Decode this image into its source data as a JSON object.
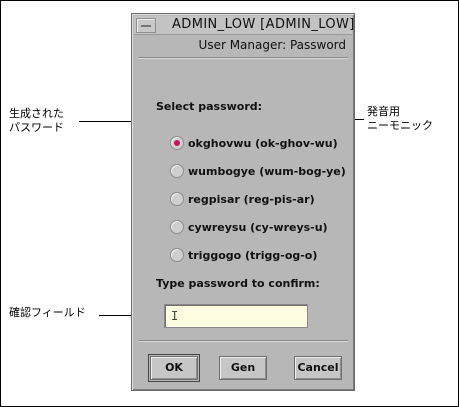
{
  "window": {
    "title": "ADMIN_LOW [ADMIN_LOW]",
    "subtitle": "User Manager: Password"
  },
  "select_password": {
    "label": "Select password:",
    "options": [
      {
        "text": "okghovwu (ok-ghov-wu)",
        "selected": true
      },
      {
        "text": "wumbogye (wum-bog-ye)",
        "selected": false
      },
      {
        "text": "regpisar (reg-pis-ar)",
        "selected": false
      },
      {
        "text": "cywreysu (cy-wreys-u)",
        "selected": false
      },
      {
        "text": "triggogo (trigg-og-o)",
        "selected": false
      }
    ]
  },
  "confirm": {
    "label": "Type password to confirm:",
    "value": ""
  },
  "buttons": {
    "ok": "OK",
    "gen": "Gen",
    "cancel": "Cancel"
  },
  "callouts": {
    "generated_line1": "生成された",
    "generated_line2": "パスワード",
    "pronunciation_line1": "発音用",
    "pronunciation_line2": "ニーモニック",
    "confirm_field": "確認フィールド"
  },
  "colors": {
    "radio_selected": "#c2185b",
    "field_background": "#fffde1",
    "window_background": "#b7b7b7"
  }
}
